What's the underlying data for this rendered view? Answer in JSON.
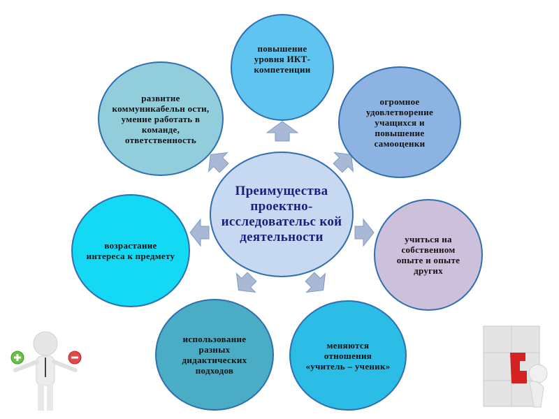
{
  "center": {
    "label": "Преимущества проектно-исследовательс кой деятельности",
    "color": "#c6d9f1"
  },
  "nodes": [
    {
      "label": "повышение уровня ИКТ-компетенции",
      "color": "#5fc5f0"
    },
    {
      "label": "огромное удовлетворение учащихся и повышение самооценки",
      "color": "#8db3e2"
    },
    {
      "label": "учиться на собственном опыте и опыте других",
      "color": "#ccc0da"
    },
    {
      "label": "меняются отношения «учитель – ученик»",
      "color": "#2bbde6"
    },
    {
      "label": "использование разных дидактических подходов",
      "color": "#4bacc6"
    },
    {
      "label": "возрастание интереса к предмету",
      "color": "#14d9f5"
    },
    {
      "label": "развитие коммуникабельн ости, умение работать в команде, ответственность",
      "color": "#92cddc"
    }
  ],
  "arrow_color": "#a9b9d5"
}
